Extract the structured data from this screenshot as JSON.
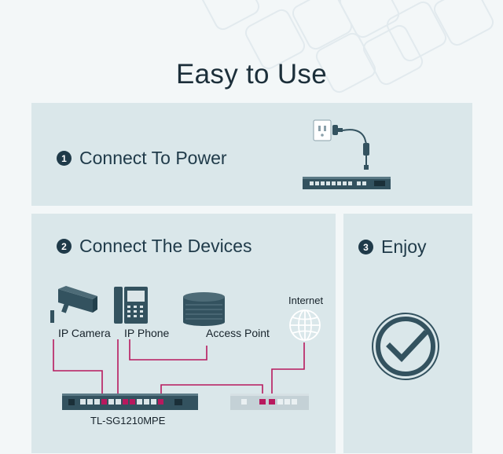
{
  "title": "Easy to Use",
  "steps": [
    {
      "number": "1",
      "label": "Connect To Power"
    },
    {
      "number": "2",
      "label": "Connect The Devices"
    },
    {
      "number": "3",
      "label": "Enjoy"
    }
  ],
  "devices": {
    "camera": "IP Camera",
    "phone": "IP Phone",
    "access_point": "Access Point",
    "internet": "Internet",
    "switch_model": "TL-SG1210MPE"
  },
  "colors": {
    "panel": "#dae7ea",
    "dark": "#1f3a49",
    "cable": "#b8195e",
    "switch_body": "#33525f"
  }
}
